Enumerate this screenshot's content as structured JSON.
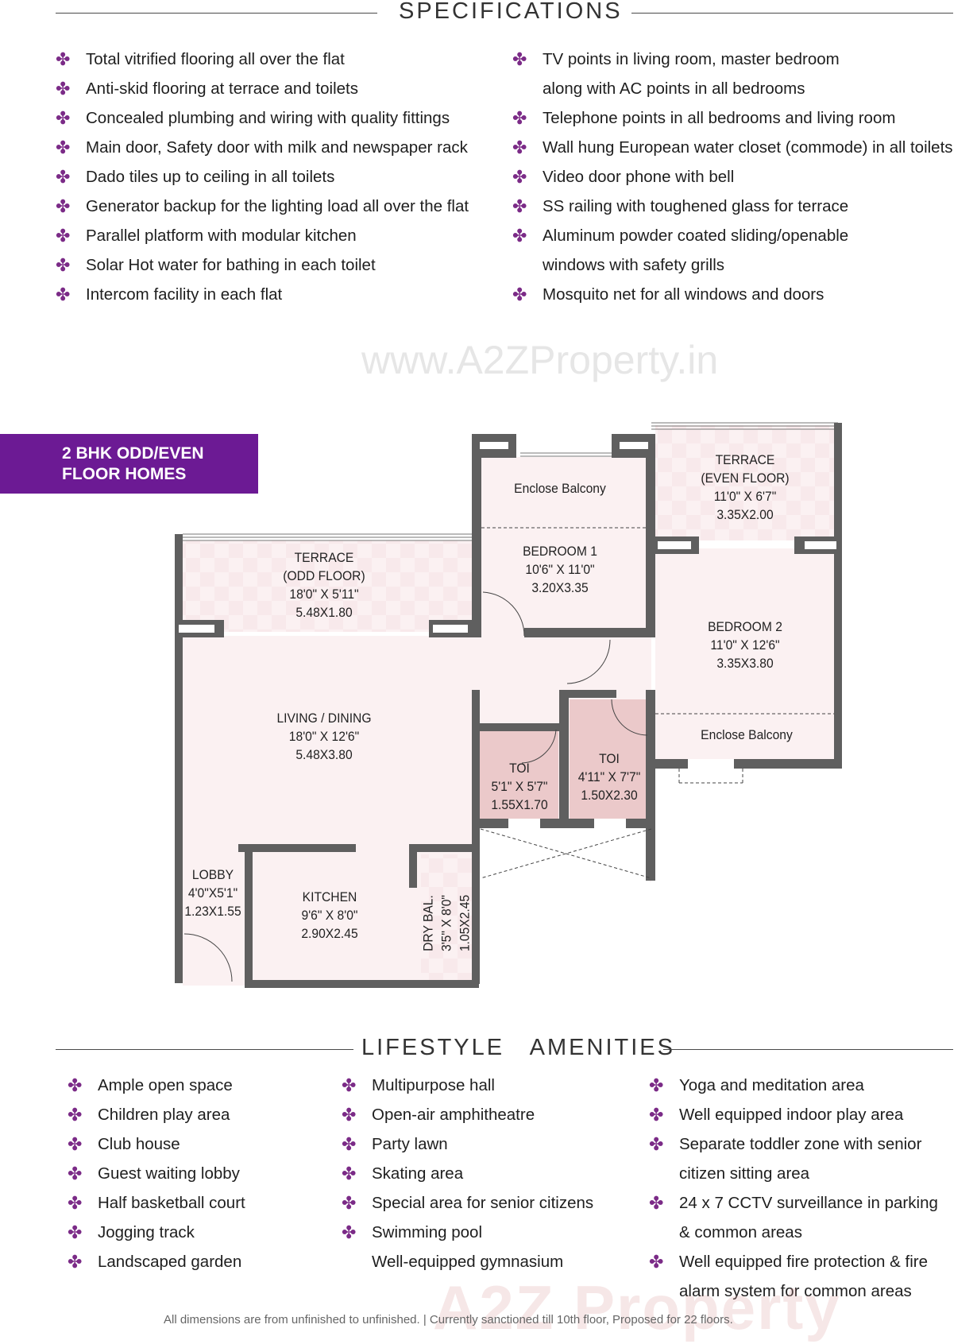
{
  "specifications": {
    "title": "SPECIFICATIONS",
    "left_items": [
      "Total vitrified flooring all over the flat",
      "Anti-skid flooring at terrace and toilets",
      "Concealed plumbing and wiring with quality fittings",
      "Main door, Safety door with milk and newspaper rack",
      "Dado tiles up to ceiling in all toilets",
      "Generator backup for the lighting load all over the flat",
      "Parallel platform with modular kitchen",
      "Solar Hot water for bathing in each toilet",
      "Intercom facility in each flat"
    ],
    "right_items": [
      {
        "line1": "TV points in living room, master bedroom",
        "line2": "along with AC points in all bedrooms"
      },
      {
        "line1": "Telephone points in all bedrooms and living room"
      },
      {
        "line1": "Wall hung European water closet (commode) in all toilets"
      },
      {
        "line1": "Video door phone with bell"
      },
      {
        "line1": "SS railing with toughened glass for terrace"
      },
      {
        "line1": "Aluminum powder coated sliding/openable",
        "line2": "windows with safety grills"
      },
      {
        "line1": "Mosquito net for all windows and doors"
      }
    ]
  },
  "watermark": "www.A2ZProperty.in",
  "badge": {
    "line1": "2 BHK ODD/EVEN",
    "line2": "FLOOR HOMES",
    "color": "#6c1a94"
  },
  "floor_plan": {
    "rooms": {
      "terrace_odd": [
        "TERRACE",
        "(ODD FLOOR)",
        "18'0\" X 5'11\"",
        "5.48X1.80"
      ],
      "enclose_balcony_1": [
        "Enclose Balcony"
      ],
      "terrace_even": [
        "TERRACE",
        "(EVEN FLOOR)",
        "11'0\" X 6'7\"",
        "3.35X2.00"
      ],
      "bedroom_1": [
        "BEDROOM 1",
        "10'6\" X 11'0\"",
        "3.20X3.35"
      ],
      "bedroom_2": [
        "BEDROOM 2",
        "11'0\" X 12'6\"",
        "3.35X3.80"
      ],
      "enclose_balcony_2": [
        "Enclose Balcony"
      ],
      "living_dining": [
        "LIVING / DINING",
        "18'0\" X 12'6\"",
        "5.48X3.80"
      ],
      "toilet_1": [
        "TOI",
        "5'1\" X 5'7\"",
        "1.55X1.70"
      ],
      "toilet_2": [
        "TOI",
        "4'11\" X 7'7\"",
        "1.50X2.30"
      ],
      "lobby": [
        "LOBBY",
        "4'0\"X5'1\"",
        "1.23X1.55"
      ],
      "kitchen": [
        "KITCHEN",
        "9'6\" X 8'0\"",
        "2.90X2.45"
      ],
      "dry_balcony": [
        "DRY BAL.",
        "3'5\" X 8'0\"",
        "1.05X2.45"
      ]
    },
    "colors": {
      "wall": "#5f5f5f",
      "floor": "#fbf1f2",
      "toilet": "#ebc9ca",
      "terrace": "#fbf3f4"
    }
  },
  "amenities": {
    "title": "LIFESTYLE   AMENITIES",
    "col1": [
      "Ample open space",
      "Children play area",
      "Club house",
      "Guest waiting lobby",
      "Half basketball court",
      "Jogging track",
      "Landscaped garden"
    ],
    "col2": [
      "Multipurpose hall",
      "Open-air amphitheatre",
      "Party lawn",
      "Skating area",
      "Special area for senior citizens",
      "Swimming pool"
    ],
    "col2_extra": "Well-equipped gymnasium",
    "col3": [
      {
        "line1": "Yoga and meditation area"
      },
      {
        "line1": "Well equipped indoor play area"
      },
      {
        "line1": "Separate toddler zone with senior",
        "line2": "citizen sitting area"
      },
      {
        "line1": "24 x 7 CCTV surveillance in parking",
        "line2": "& common areas"
      },
      {
        "line1": "Well equipped fire protection & fire",
        "line2": "alarm system for common areas"
      }
    ]
  },
  "bottom_watermark": "A2Z Property",
  "footer": "All dimensions are from unfinished to unfinished. | Currently sanctioned till 10th floor, Proposed for 22 floors.",
  "bullet_glyph": "✤"
}
